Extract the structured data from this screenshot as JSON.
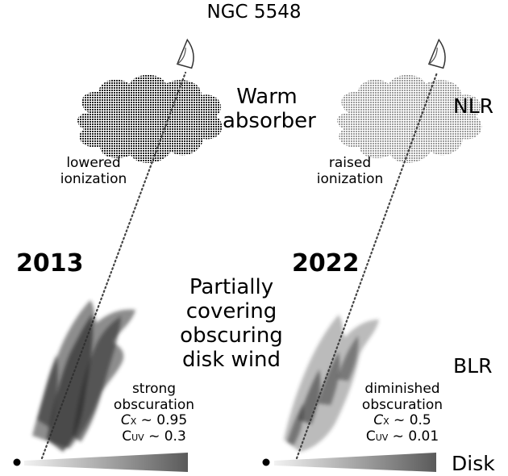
{
  "title": "NGC 5548",
  "labels": {
    "warm_absorber_line1": "Warm",
    "warm_absorber_line2": "absorber",
    "nlr": "NLR",
    "blr": "BLR",
    "disk": "Disk",
    "wind_line1": "Partially",
    "wind_line2": "covering",
    "wind_line3": "obscuring",
    "wind_line4": "disk wind"
  },
  "panels": [
    {
      "year": "2013",
      "ionization_line1": "lowered",
      "ionization_line2": "ionization",
      "obscuration_line1": "strong",
      "obscuration_line2": "obscuration",
      "cx_var": "C",
      "cx_sub": "X",
      "cx_value": " ~ 0.95",
      "cuv_var": "C",
      "cuv_sub": "UV",
      "cuv_value": " ~ 0.3",
      "cloud_color": "#2a2a2a"
    },
    {
      "year": "2022",
      "ionization_line1": "raised",
      "ionization_line2": "ionization",
      "obscuration_line1": "diminished",
      "obscuration_line2": "obscuration",
      "cx_var": "C",
      "cx_sub": "X",
      "cx_value": " ~ 0.5",
      "cuv_var": "C",
      "cuv_sub": "UV",
      "cuv_value": " ~ 0.01",
      "cloud_color": "#9a9a9a"
    }
  ]
}
